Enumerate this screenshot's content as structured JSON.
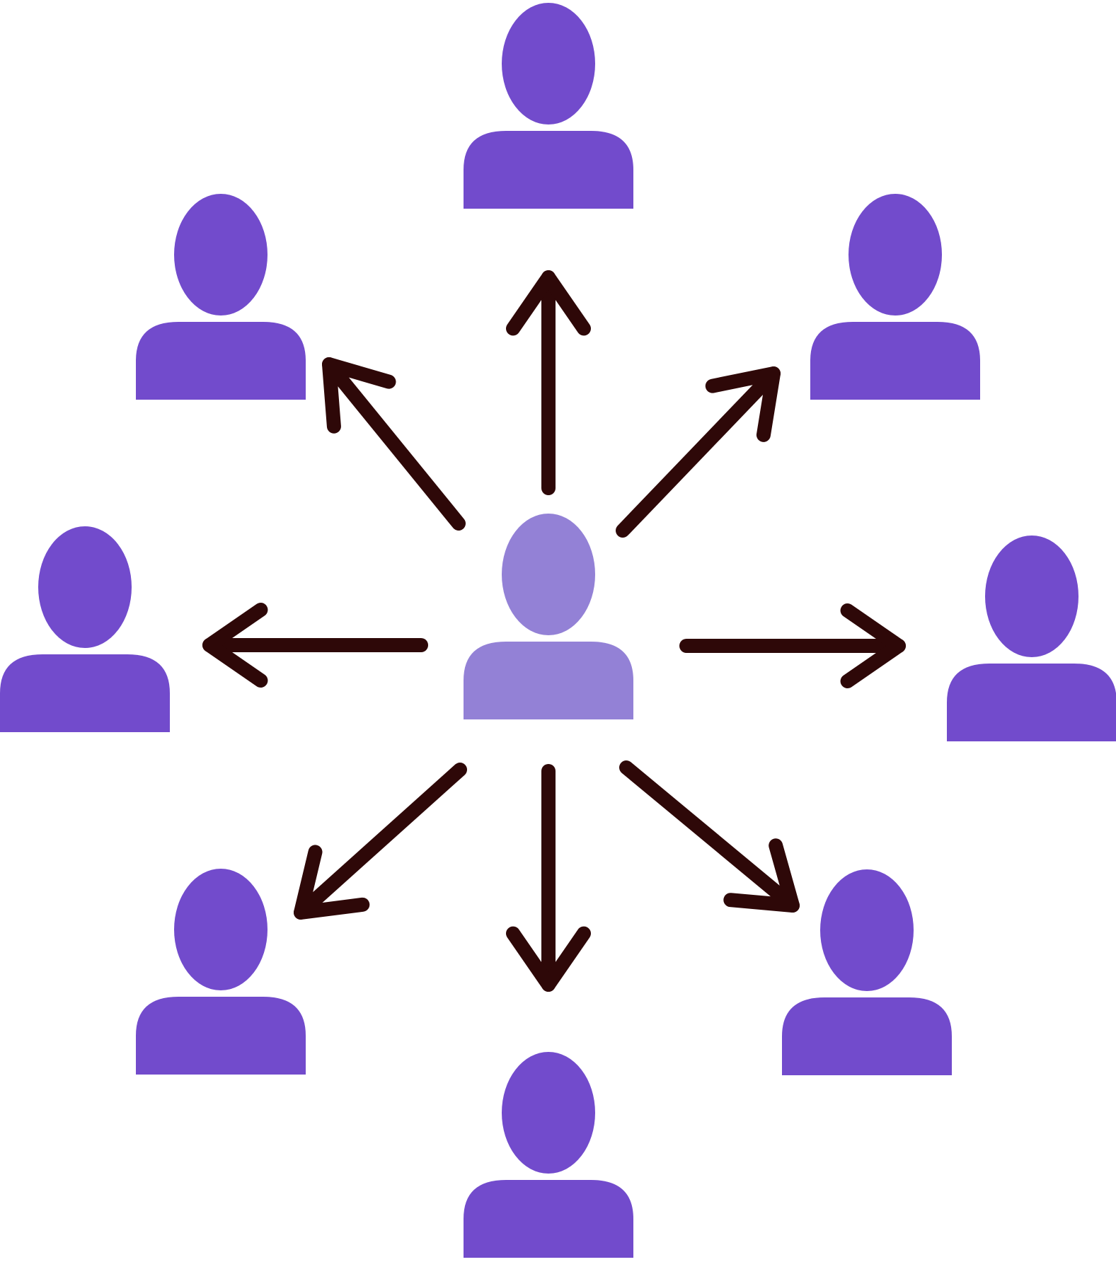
{
  "diagram": {
    "type": "hub-and-spoke",
    "colors": {
      "background": "#ffffff",
      "hub_person": "#9381d6",
      "peripheral_person": "#724bcc",
      "arrow": "#2e0808"
    },
    "hub": {
      "icon": "person-icon",
      "role": "center"
    },
    "spokes": [
      {
        "direction": "up",
        "icon": "person-icon"
      },
      {
        "direction": "up-right",
        "icon": "person-icon"
      },
      {
        "direction": "right",
        "icon": "person-icon"
      },
      {
        "direction": "down-right",
        "icon": "person-icon"
      },
      {
        "direction": "down",
        "icon": "person-icon"
      },
      {
        "direction": "down-left",
        "icon": "person-icon"
      },
      {
        "direction": "left",
        "icon": "person-icon"
      },
      {
        "direction": "up-left",
        "icon": "person-icon"
      }
    ],
    "arrow_style": "one-way outward from center"
  }
}
